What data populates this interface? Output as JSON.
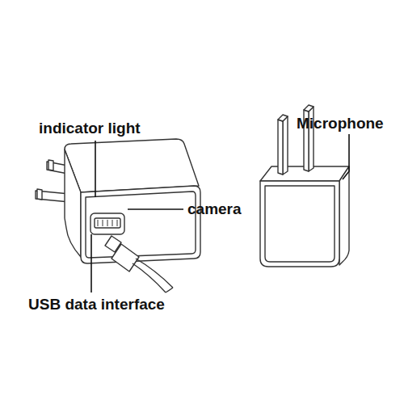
{
  "diagram": {
    "labels": [
      "indicator light",
      "camera",
      "USB data interface",
      "Microphone"
    ]
  }
}
